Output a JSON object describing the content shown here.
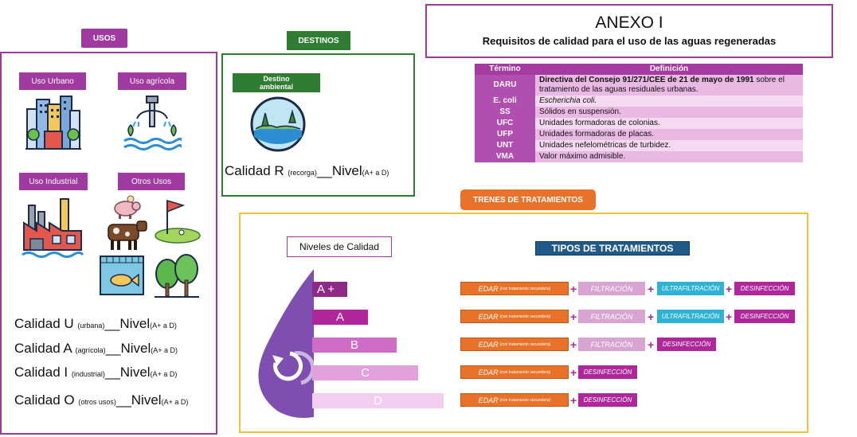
{
  "usos": {
    "header": "USOS",
    "urbano": "Uso Urbano",
    "agricola": "Uso agrícola",
    "industrial": "Uso Industrial",
    "otros": "Otros Usos",
    "calidades": [
      {
        "main": "Calidad U",
        "sub": "(urbana)",
        "nivel": "__Nivel",
        "range": "(A+ a D)"
      },
      {
        "main": "Calidad A",
        "sub": "(agrícola)",
        "nivel": "__Nivel",
        "range": "(A+ a D)"
      },
      {
        "main": "Calidad I",
        "sub": "(industrial)",
        "nivel": "__Nivel",
        "range": "(A+ a D)"
      },
      {
        "main": "Calidad O",
        "sub": "(otros usos)",
        "nivel": "__Nivel",
        "range": "(A+ a D)"
      }
    ]
  },
  "destinos": {
    "header": "DESTINOS",
    "ambiental": "Destino ambiental",
    "calidad": {
      "main": "Calidad R",
      "sub": "(recorga)",
      "nivel": "__Nivel",
      "range": "(A+ a D)"
    }
  },
  "anexo": {
    "title": "ANEXO I",
    "subtitle": "Requisitos de calidad para el uso de las aguas regeneradas"
  },
  "definitions": {
    "col_term": "Término",
    "col_def": "Definición",
    "rows": [
      {
        "term": "DARU",
        "def_bold": "Directiva del Consejo 91/271/CEE de 21 de mayo de 1991",
        "def": " sobre el tratamiento de las aguas residuales urbanas."
      },
      {
        "term": "E. coli",
        "def_italic": "Escherichia coli."
      },
      {
        "term": "SS",
        "def": "Sólidos en suspensión."
      },
      {
        "term": "UFC",
        "def": "Unidades formadoras de colonias."
      },
      {
        "term": "UFP",
        "def": "Unidades formadoras de placas."
      },
      {
        "term": "UNT",
        "def": "Unidades nefelométricas de turbidez."
      },
      {
        "term": "VMA",
        "def": "Valor máximo admisible."
      }
    ]
  },
  "trenes": {
    "header": "TRENES DE TRATAMIENTOS",
    "niveles_label": "Niveles de Calidad",
    "tipos_label": "TIPOS DE TRATAMIENTOS",
    "levels": [
      {
        "label": "A +",
        "color": "#8e2a86"
      },
      {
        "label": "A",
        "color": "#b0279b"
      },
      {
        "label": "B",
        "color": "#cf6cc6"
      },
      {
        "label": "C",
        "color": "#e3a1dc"
      },
      {
        "label": "D",
        "color": "#f2cdee"
      }
    ],
    "edar": "EDAR",
    "edar_note": "(con tratamiento secundario)",
    "filtracion": "FILTRACIÓN",
    "ultrafiltracion": "ULTRAFILTRACIÓN",
    "desinfeccion": "DESINFECCIÓN",
    "plus": "+"
  }
}
